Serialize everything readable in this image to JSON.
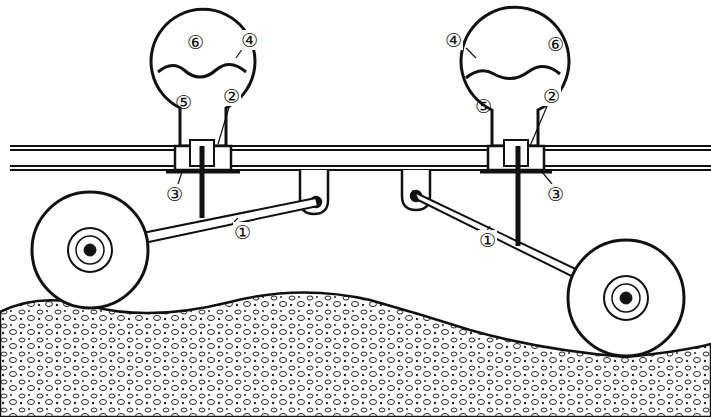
{
  "diagram": {
    "labels": [
      "⑥",
      "④",
      "④",
      "⑥",
      "⑤",
      "⑤",
      "②",
      "②",
      "③",
      "③",
      "①",
      "①"
    ]
  }
}
